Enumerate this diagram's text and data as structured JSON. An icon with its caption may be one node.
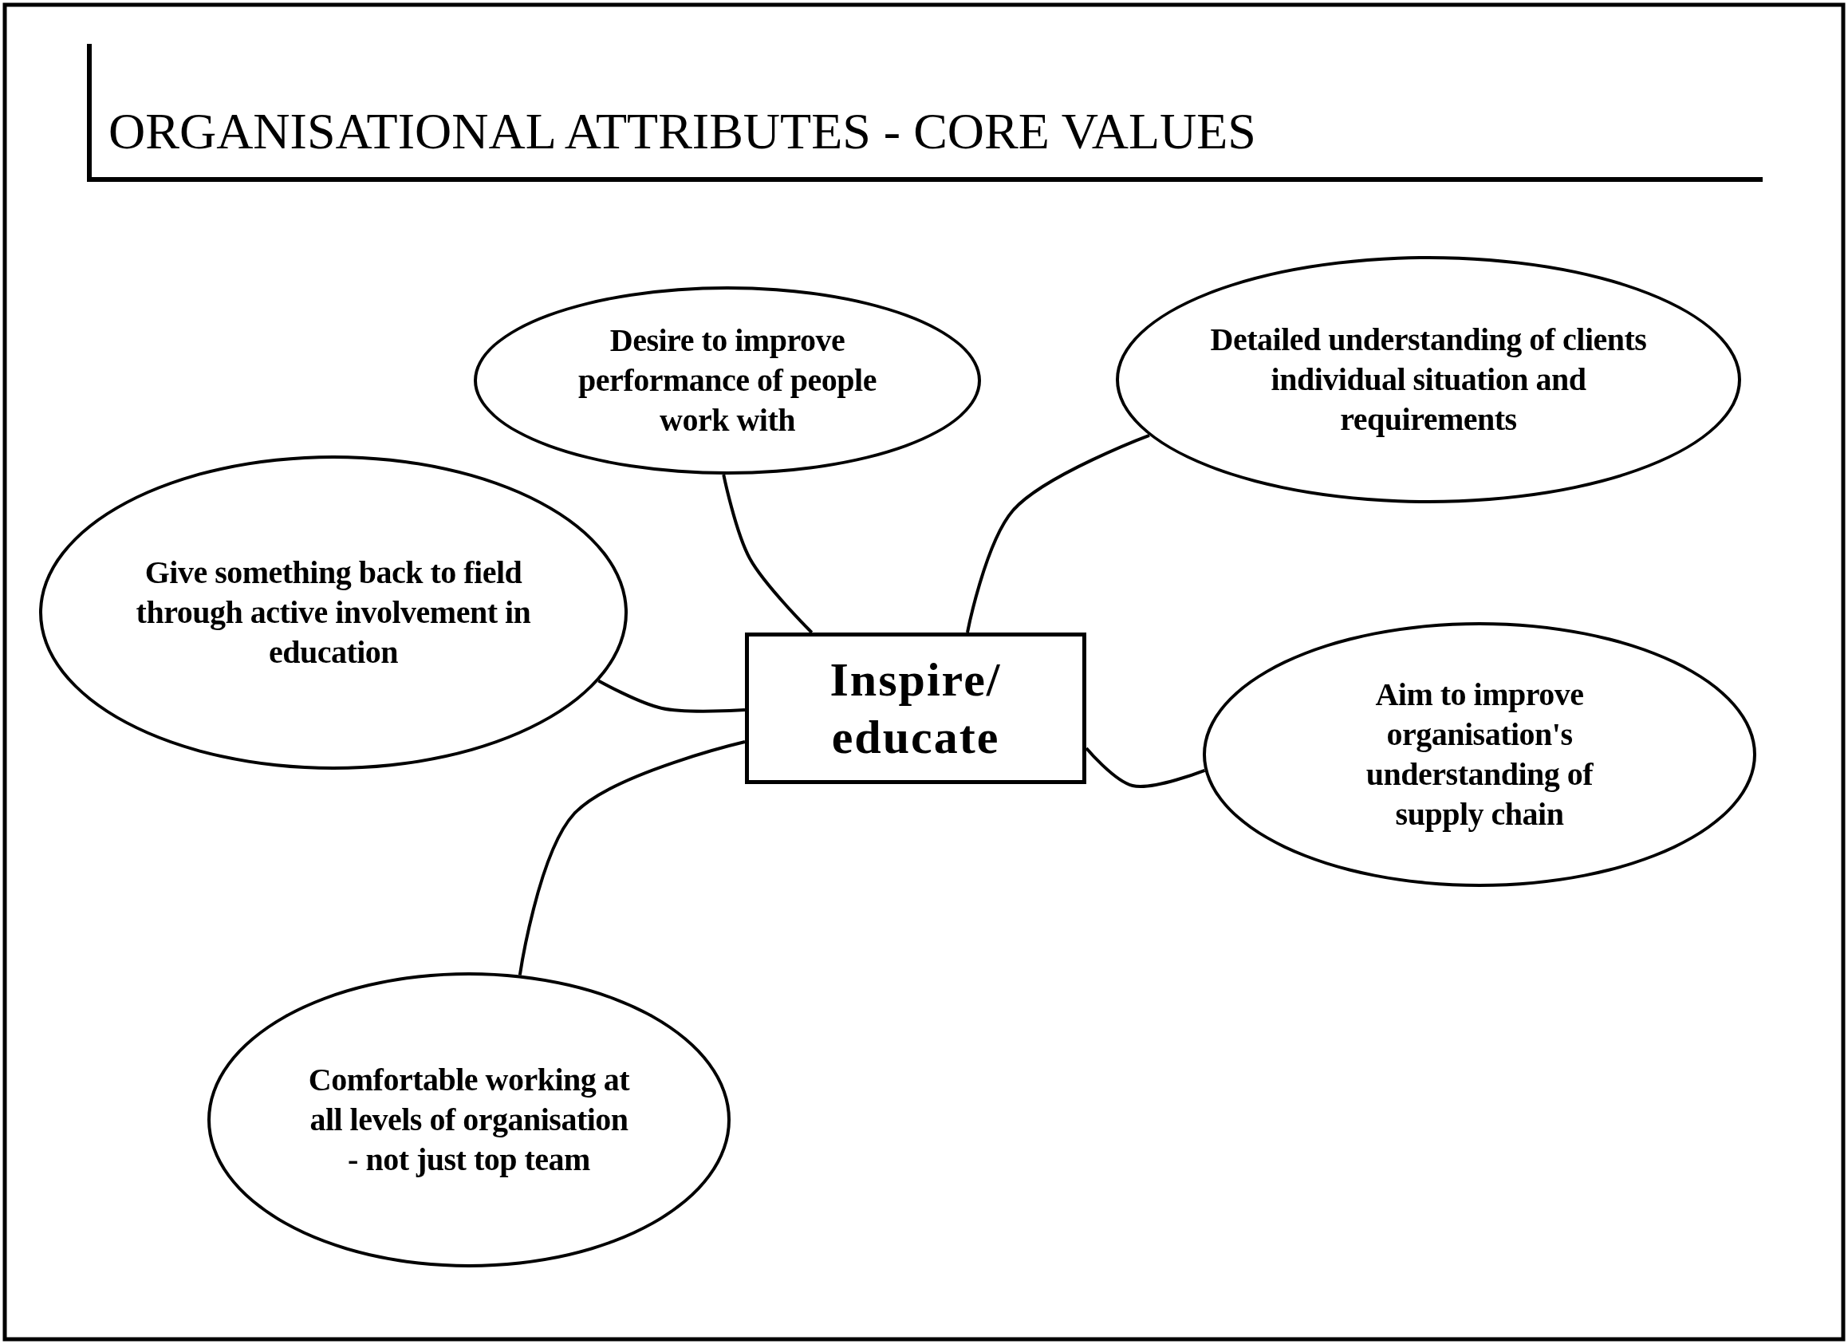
{
  "diagram": {
    "title": "ORGANISATIONAL ATTRIBUTES - CORE VALUES",
    "nodes": [
      {
        "text": [
          "Desire to improve performance of people work with"
        ]
      },
      {
        "text": [
          "Detailed understanding of clients individual situation and requirements"
        ]
      },
      {
        "text": [
          "Give something back to field through active involvement in education"
        ]
      },
      {
        "text": [
          "Inspire/ educate"
        ]
      },
      {
        "text": [
          "Aim to improve organisation's understanding of supply chain"
        ]
      },
      {
        "text": [
          "Comfortable working at all levels of organisation - not just top team"
        ]
      }
    ],
    "edges": [
      {
        "from": 3,
        "to": 0,
        "arrow": "none"
      },
      {
        "from": 3,
        "to": 1,
        "arrow": "none"
      },
      {
        "from": 3,
        "to": 2,
        "arrow": "none"
      },
      {
        "from": 3,
        "to": 4,
        "arrow": "none"
      },
      {
        "from": 3,
        "to": 5,
        "arrow": "none"
      }
    ]
  }
}
